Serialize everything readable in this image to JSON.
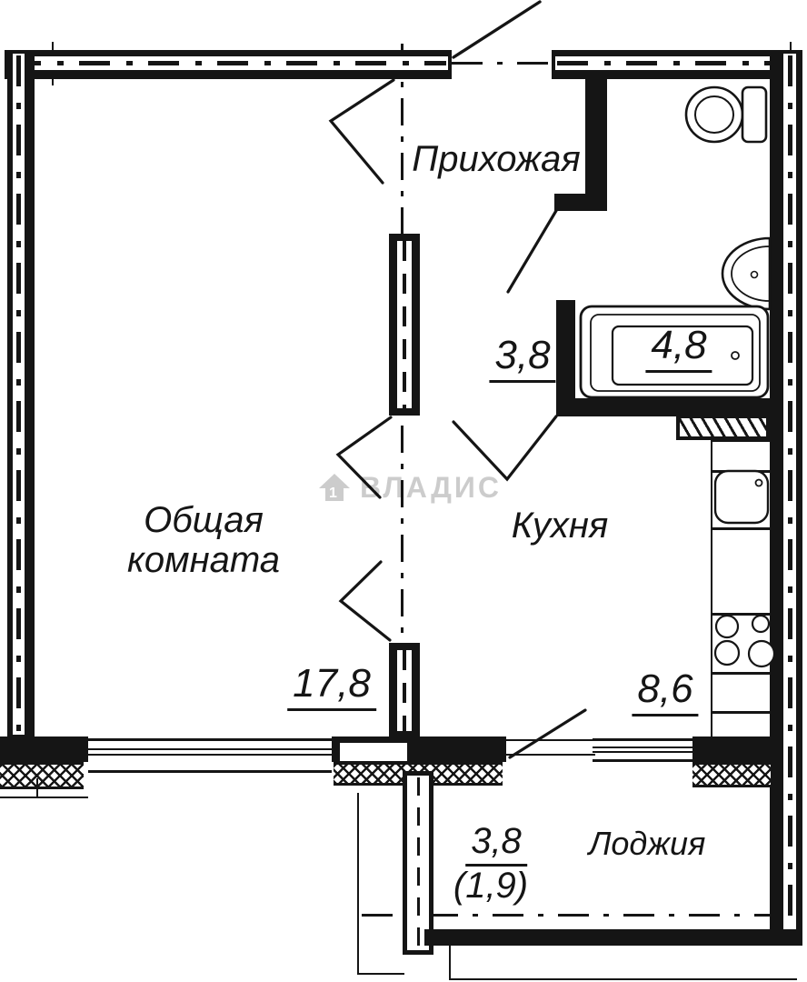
{
  "watermark": {
    "text": "ВЛАДИС",
    "icon": "house-icon"
  },
  "rooms": {
    "hallway": {
      "name": "Прихожая",
      "area": "3,8"
    },
    "bathroom": {
      "area": "4,8"
    },
    "living": {
      "name_line1": "Общая",
      "name_line2": "комната",
      "area": "17,8"
    },
    "kitchen": {
      "name": "Кухня",
      "area": "8,6"
    },
    "loggia": {
      "name": "Лоджия",
      "area": "3,8",
      "area_reduced": "(1,9)"
    }
  },
  "fixtures": {
    "toilet": "toilet-icon",
    "washbasin": "washbasin-icon",
    "bathtub": "bathtub-icon",
    "kitchen_sink": "kitchen-sink-icon",
    "stove": "stove-icon",
    "vent": "vent-shaft-icon"
  },
  "colors": {
    "ink": "#151515",
    "paper": "#ffffff",
    "watermark": "rgba(0,0,0,0.20)"
  }
}
